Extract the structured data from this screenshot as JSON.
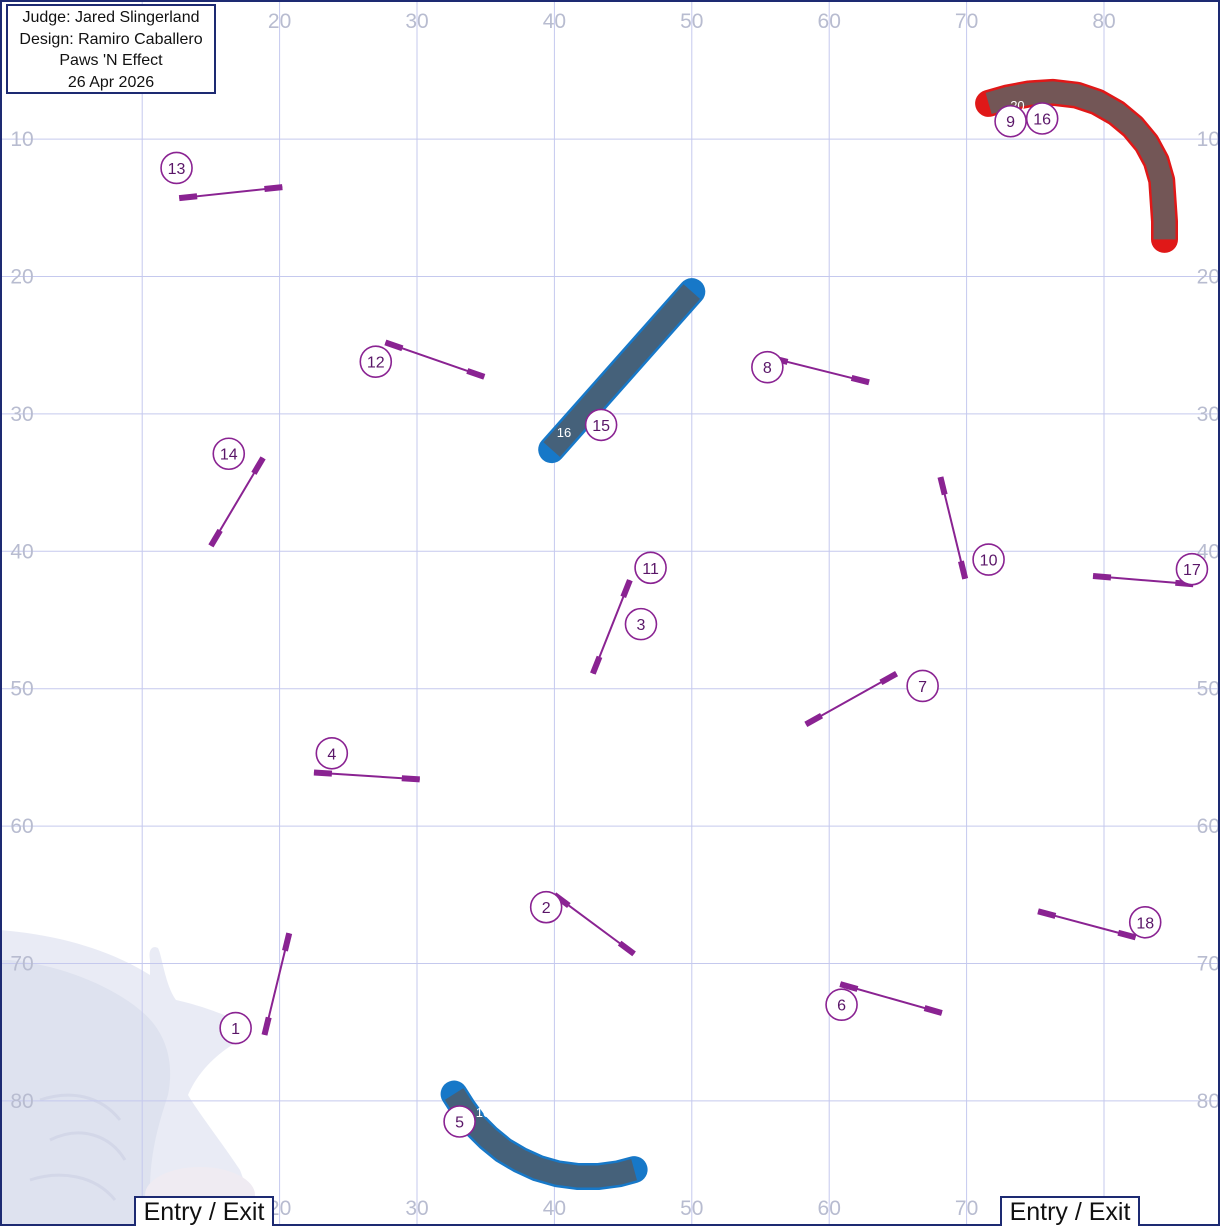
{
  "info": {
    "judge": "Judge: Jared Slingerland",
    "design": "Design: Ramiro Caballero",
    "club": "Paws 'N Effect",
    "date": "26 Apr 2026"
  },
  "grid": {
    "x_ticks": [
      "20",
      "30",
      "40",
      "50",
      "60",
      "70",
      "80"
    ],
    "y_ticks": [
      "10",
      "20",
      "30",
      "40",
      "50",
      "60",
      "70",
      "80"
    ],
    "x_tick_values": [
      20,
      30,
      40,
      50,
      60,
      70,
      80
    ],
    "y_tick_values": [
      10,
      20,
      30,
      40,
      50,
      60,
      70,
      80
    ]
  },
  "entry_exit": [
    "Entry / Exit",
    "Entry / Exit"
  ],
  "colors": {
    "grid": "#c5c9ee",
    "tick": "#b8bcd0",
    "frame": "#1d2a72",
    "jump": "#8a2392",
    "tunnel_blue_fill": "#45617a",
    "tunnel_blue_edge": "#1778c8",
    "tunnel_red_fill": "#735656",
    "tunnel_red_edge": "#e01818"
  },
  "jumps": [
    {
      "n": "1",
      "a": [
        20.7,
        67.8
      ],
      "b": [
        18.9,
        75.2
      ],
      "label_at": [
        16.8,
        74.7
      ]
    },
    {
      "n": "2",
      "a": [
        40,
        65
      ],
      "b": [
        45.8,
        69.3
      ],
      "label_at": [
        39.4,
        65.9
      ]
    },
    {
      "n": "3",
      "a": [
        45.5,
        42.1
      ],
      "b": [
        42.8,
        48.9
      ],
      "label_at": [
        46.3,
        45.3
      ]
    },
    {
      "n": "4",
      "a": [
        22.5,
        56.1
      ],
      "b": [
        30.2,
        56.6
      ],
      "label_at": [
        23.8,
        54.7
      ]
    },
    {
      "n": "5",
      "a": null,
      "b": null,
      "label_at": [
        33.1,
        81.5
      ]
    },
    {
      "n": "6",
      "a": [
        60.8,
        71.5
      ],
      "b": [
        68.2,
        73.6
      ],
      "label_at": [
        60.9,
        73.0
      ]
    },
    {
      "n": "7",
      "a": [
        64.9,
        48.9
      ],
      "b": [
        58.3,
        52.6
      ],
      "label_at": [
        66.8,
        49.8
      ]
    },
    {
      "n": "8",
      "a": [
        55.7,
        25.9
      ],
      "b": [
        62.9,
        27.7
      ],
      "label_at": [
        55.5,
        26.6
      ]
    },
    {
      "n": "9",
      "a": null,
      "b": null,
      "label_at": [
        73.2,
        8.7
      ]
    },
    {
      "n": "10",
      "a": [
        68.1,
        34.6
      ],
      "b": [
        69.9,
        42.0
      ],
      "label_at": [
        71.6,
        40.6
      ]
    },
    {
      "n": "11",
      "a": null,
      "b": null,
      "label_at": [
        47.0,
        41.2
      ]
    },
    {
      "n": "12",
      "a": [
        27.7,
        24.8
      ],
      "b": [
        34.9,
        27.3
      ],
      "label_at": [
        27.0,
        26.2
      ]
    },
    {
      "n": "13",
      "a": [
        20.2,
        13.5
      ],
      "b": [
        12.7,
        14.3
      ],
      "label_at": [
        12.5,
        12.1
      ]
    },
    {
      "n": "14",
      "a": [
        18.8,
        33.2
      ],
      "b": [
        15.0,
        39.6
      ],
      "label_at": [
        16.3,
        32.9
      ]
    },
    {
      "n": "15",
      "a": null,
      "b": null,
      "label_at": [
        43.4,
        30.8
      ]
    },
    {
      "n": "16",
      "a": null,
      "b": null,
      "label_at": [
        75.5,
        8.5
      ]
    },
    {
      "n": "17",
      "a": [
        79.2,
        41.8
      ],
      "b": [
        86.5,
        42.4
      ],
      "label_at": [
        86.4,
        41.3
      ]
    },
    {
      "n": "18",
      "a": [
        75.2,
        66.2
      ],
      "b": [
        82.3,
        68.1
      ],
      "label_at": [
        83.0,
        67.0
      ]
    }
  ],
  "tunnels": [
    {
      "name": "tunnel-20",
      "length_label": "20",
      "color": "red",
      "pts": [
        [
          71.6,
          7.4
        ],
        [
          73,
          7
        ],
        [
          74.6,
          6.7
        ],
        [
          76.3,
          6.6
        ],
        [
          78,
          6.8
        ],
        [
          79.5,
          7.3
        ],
        [
          80.9,
          8.1
        ],
        [
          82.1,
          9.1
        ],
        [
          83.1,
          10.3
        ],
        [
          83.8,
          11.6
        ],
        [
          84.2,
          13
        ],
        [
          84.3,
          14.5
        ],
        [
          84.4,
          16
        ],
        [
          84.4,
          17.3
        ]
      ],
      "label_at": [
        73.7,
        7.5
      ]
    },
    {
      "name": "tunnel-16-straight",
      "length_label": "16",
      "color": "blue",
      "pts": [
        [
          50,
          21.1
        ],
        [
          39.8,
          32.6
        ]
      ],
      "label_at": [
        40.7,
        31.3
      ]
    },
    {
      "name": "tunnel-16-curved",
      "length_label": "16",
      "color": "blue",
      "pts": [
        [
          32.7,
          79.5
        ],
        [
          33.4,
          80.6
        ],
        [
          34.2,
          81.7
        ],
        [
          35.2,
          82.7
        ],
        [
          36.3,
          83.6
        ],
        [
          37.5,
          84.3
        ],
        [
          38.8,
          84.9
        ],
        [
          40.2,
          85.3
        ],
        [
          41.7,
          85.5
        ],
        [
          43.2,
          85.5
        ],
        [
          44.7,
          85.3
        ],
        [
          45.8,
          85.0
        ]
      ],
      "label_at": [
        34.8,
        80.8
      ]
    }
  ]
}
